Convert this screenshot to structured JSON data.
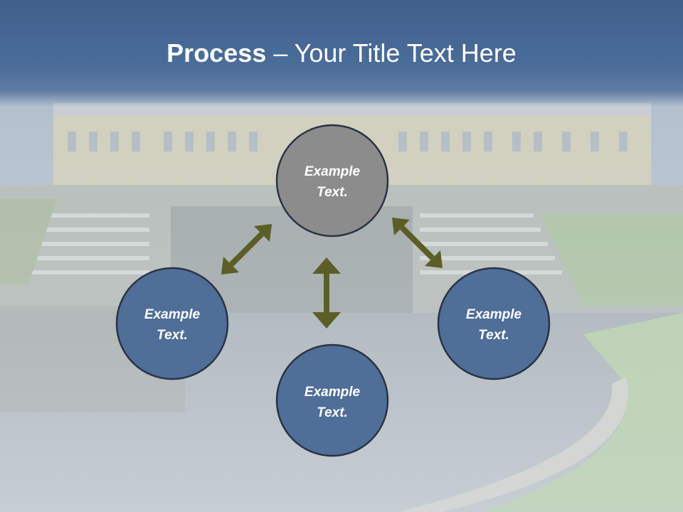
{
  "slide": {
    "title_bold": "Process",
    "title_rest": " – Your Title Text Here"
  },
  "diagram": {
    "nodes": [
      {
        "id": "top",
        "line1": "Example",
        "line2": "Text.",
        "fill": "#8c8c8c"
      },
      {
        "id": "left",
        "line1": "Example",
        "line2": "Text.",
        "fill": "#4f6e98"
      },
      {
        "id": "right",
        "line1": "Example",
        "line2": "Text.",
        "fill": "#4f6e98"
      },
      {
        "id": "bottom",
        "line1": "Example",
        "line2": "Text.",
        "fill": "#4f6e98"
      }
    ],
    "arrow_color": "#5b5e26",
    "circle_stroke": "#2a3345"
  }
}
